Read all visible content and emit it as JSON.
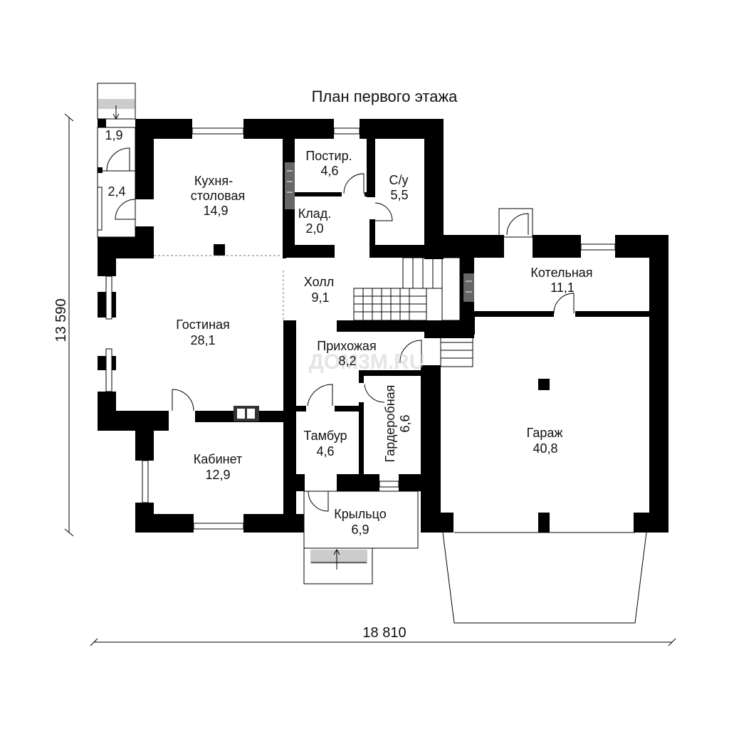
{
  "title": "План первого этажа",
  "dimensions": {
    "width": "18 810",
    "height": "13 590"
  },
  "watermark": "ДОМ3М.RU",
  "rooms": [
    {
      "name": "Кухня-",
      "name2": "столовая",
      "area": "14,9"
    },
    {
      "name": "Постир.",
      "area": "4,6"
    },
    {
      "name": "С/у",
      "area": "5,5"
    },
    {
      "name": "Клад.",
      "area": "2,0"
    },
    {
      "name": "Холл",
      "area": "9,1"
    },
    {
      "name": "Гостиная",
      "area": "28,1"
    },
    {
      "name": "Прихожая",
      "area": "8,2"
    },
    {
      "name": "Котельная",
      "area": "11,1"
    },
    {
      "name": "Гардеробная",
      "area": "6,6"
    },
    {
      "name": "Тамбур",
      "area": "4,6"
    },
    {
      "name": "Кабинет",
      "area": "12,9"
    },
    {
      "name": "Гараж",
      "area": "40,8"
    },
    {
      "name": "Крыльцо",
      "area": "6,9"
    },
    {
      "name": "",
      "area": "1,9"
    },
    {
      "name": "",
      "area": "2,4"
    }
  ]
}
